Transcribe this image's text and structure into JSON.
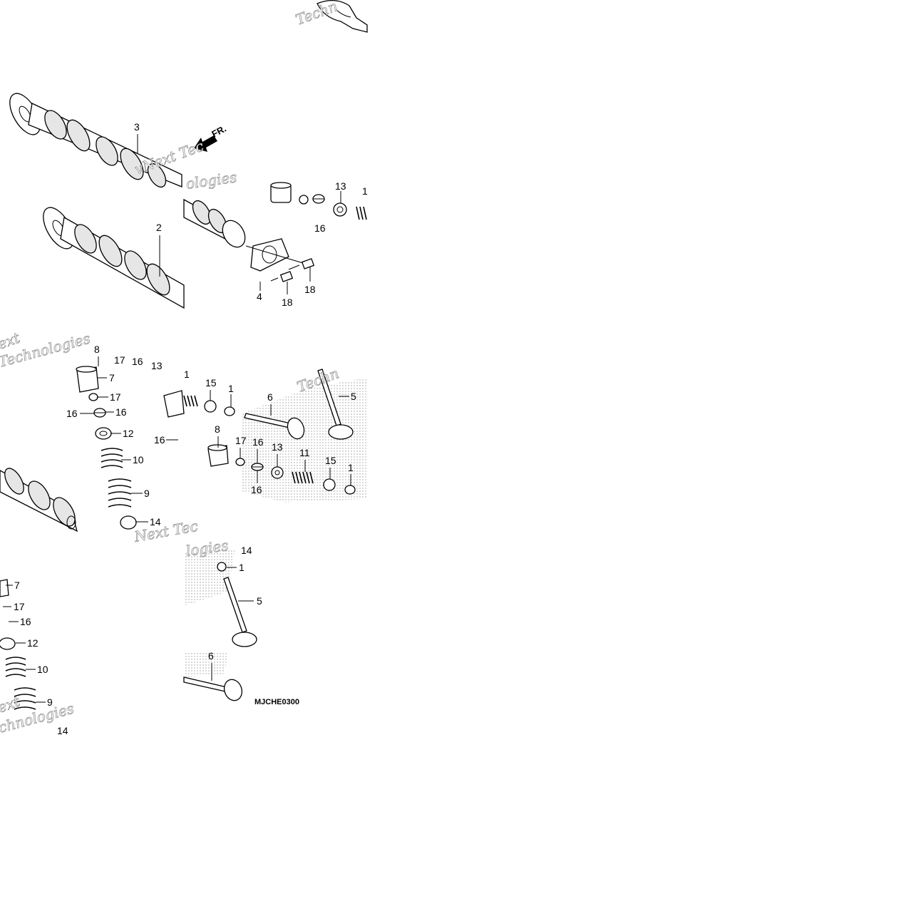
{
  "diagram": {
    "code": "MJCHE0300",
    "front_indicator": "FR.",
    "watermark_lines": [
      "vNext",
      "Technologies",
      "Next Tec",
      "vNext Tec"
    ],
    "callouts": {
      "t1": "3",
      "t2": "2",
      "t3": "4",
      "t4": "18",
      "t5": "18",
      "t6": "13",
      "t7": "16",
      "t8": "1",
      "t9": "8",
      "t10": "17",
      "t11": "16",
      "t12": "7",
      "t13": "17",
      "t14": "16",
      "t15": "16",
      "t16": "12",
      "t17": "10",
      "t18": "9",
      "t19": "14",
      "t20": "1",
      "t21": "15",
      "t22": "1",
      "t23": "6",
      "t24": "5",
      "t25": "8",
      "t26": "17",
      "t27": "16",
      "t28": "13",
      "t29": "11",
      "t30": "15",
      "t31": "1",
      "t32": "16",
      "t33": "16",
      "t34": "1",
      "t35": "5",
      "t36": "6",
      "t37": "7",
      "t38": "17",
      "t39": "16",
      "t40": "12",
      "t41": "10",
      "t42": "9",
      "t43": "14",
      "t44": "14",
      "t45": "13"
    }
  }
}
